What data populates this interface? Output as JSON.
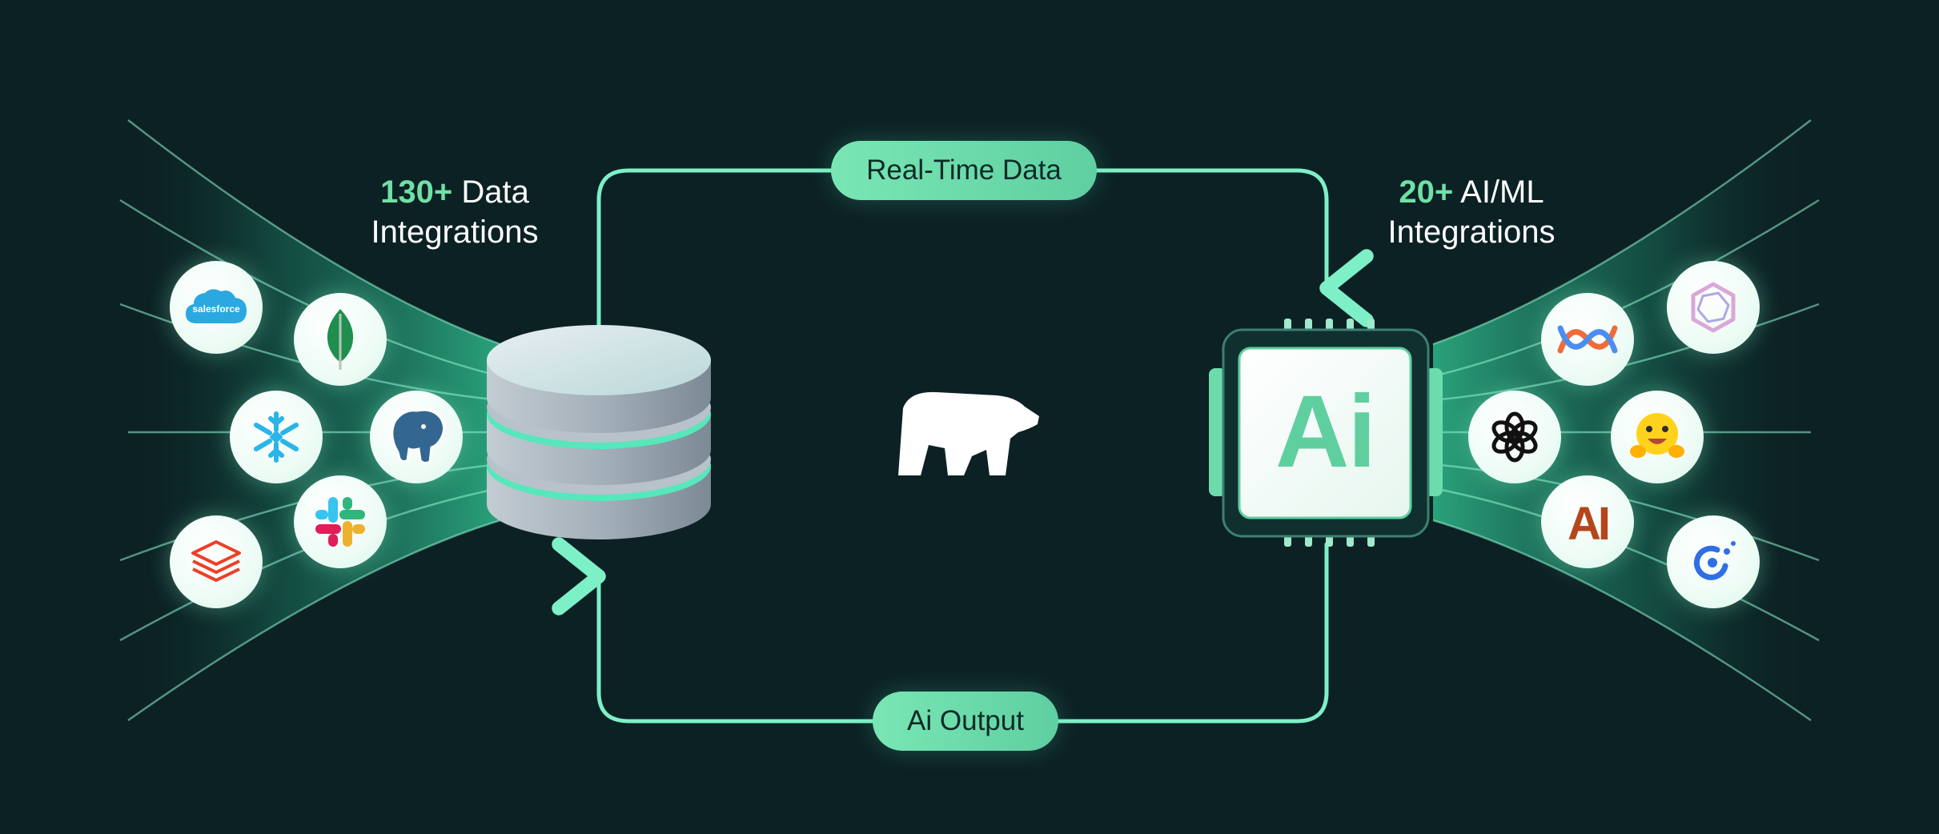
{
  "sources": {
    "count": "130+",
    "label_line1": " Data",
    "label_line2": "Integrations",
    "logos": [
      {
        "name": "salesforce",
        "icon": "salesforce-icon",
        "text": "salesforce"
      },
      {
        "name": "mongodb",
        "icon": "mongodb-leaf-icon"
      },
      {
        "name": "snowflake",
        "icon": "snowflake-icon"
      },
      {
        "name": "postgresql",
        "icon": "postgres-elephant-icon"
      },
      {
        "name": "slack",
        "icon": "slack-icon"
      },
      {
        "name": "databricks",
        "icon": "databricks-icon"
      }
    ]
  },
  "targets": {
    "count": "20+",
    "label_line1": " AI/ML",
    "label_line2": "Integrations",
    "logos": [
      {
        "name": "llamaindex",
        "icon": "hexagon-ring-icon"
      },
      {
        "name": "zapier-like",
        "icon": "crossed-waves-icon"
      },
      {
        "name": "openai",
        "icon": "openai-knot-icon"
      },
      {
        "name": "huggingface",
        "icon": "hugging-face-emoji-icon"
      },
      {
        "name": "anthropic",
        "icon": "anthropic-ai-icon",
        "text": "AI"
      },
      {
        "name": "connector",
        "icon": "broken-ring-icon"
      }
    ]
  },
  "flow": {
    "top_label": "Real-Time Data",
    "bottom_label": "Ai Output"
  },
  "chip": {
    "label": "Ai"
  },
  "colors": {
    "background": "#0c2124",
    "accent": "#6fe0a6",
    "line": "#7df0c8",
    "pill": "#6ad9aa"
  }
}
